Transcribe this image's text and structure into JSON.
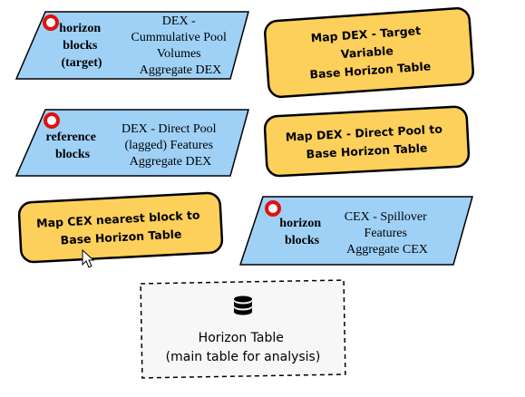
{
  "nodes": {
    "horizon_blocks_target": {
      "label_lines": [
        "horizon",
        "blocks",
        "(target)"
      ],
      "desc_lines": [
        "DEX -",
        "Cummulative Pool",
        "Volumes",
        "Aggregate DEX"
      ]
    },
    "map_dex_target": {
      "lines": [
        "Map DEX - Target",
        "Variable",
        "Base Horizon Table"
      ]
    },
    "reference_blocks": {
      "label_lines": [
        "reference",
        "blocks"
      ],
      "desc_lines": [
        "DEX - Direct Pool",
        "(lagged) Features",
        "Aggregate DEX"
      ]
    },
    "map_dex_direct_pool": {
      "lines": [
        "Map DEX - Direct Pool to",
        "Base Horizon Table"
      ]
    },
    "map_cex_nearest": {
      "lines": [
        "Map CEX nearest block to",
        "Base Horizon Table"
      ]
    },
    "horizon_blocks_cex": {
      "label_lines": [
        "horizon",
        "blocks"
      ],
      "desc_lines": [
        "CEX - Spillover",
        "Features",
        "Aggregate CEX"
      ]
    },
    "horizon_table": {
      "icon": "database-icon",
      "lines": [
        "Horizon Table",
        "(main table for analysis)"
      ]
    }
  },
  "colors": {
    "parallelogram_fill": "#9fd1f7",
    "process_fill": "#fdd05b",
    "border": "#000000",
    "marker_ring": "#e01010",
    "dashed_fill": "#f7f7f7"
  }
}
